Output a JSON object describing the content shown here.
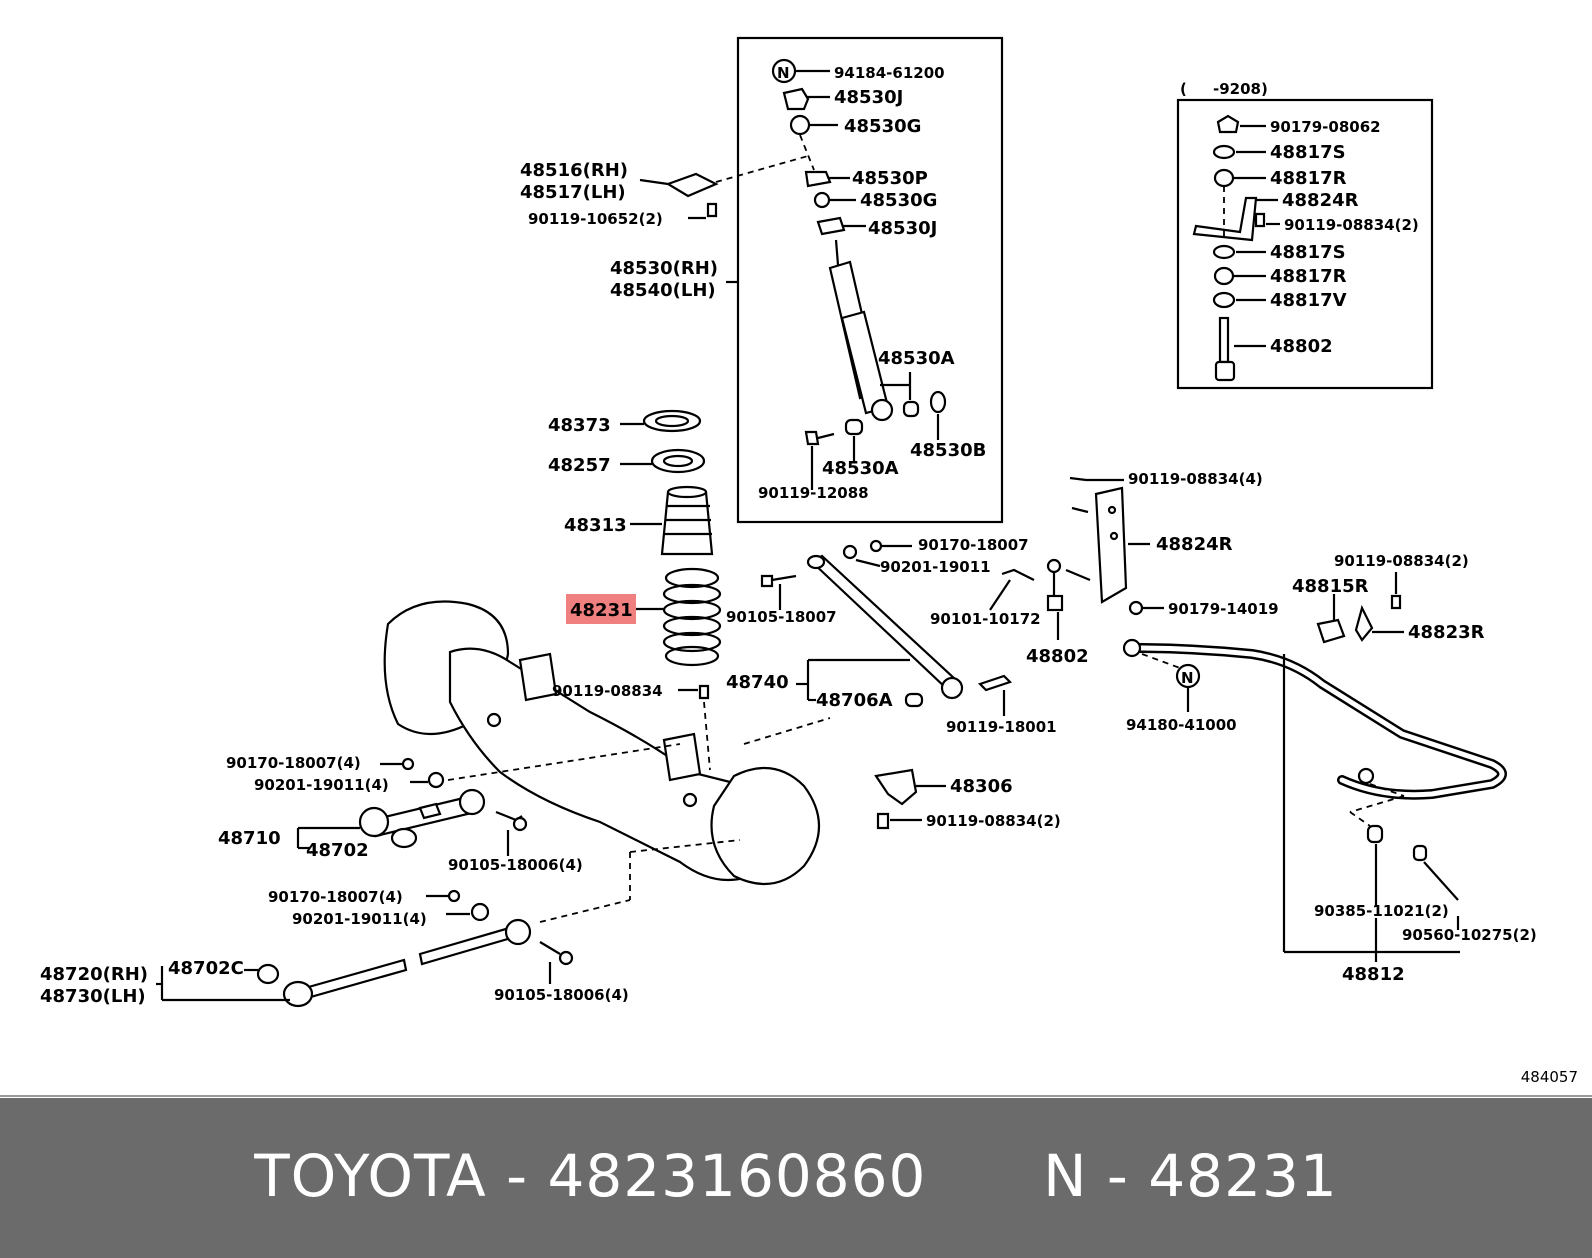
{
  "footer": {
    "brand": "TOYOTA",
    "separator": "-",
    "part_number": "4823160860",
    "gap": "     ",
    "ref_prefix": "N",
    "ref_number": "48231"
  },
  "catalog_code": "484057",
  "highlight_color": "#f08080",
  "labels": {
    "l94184": "94184-61200",
    "l48530J_a": "48530J",
    "l48530G_a": "48530G",
    "l48530P": "48530P",
    "l48530G_b": "48530G",
    "l48530J_b": "48530J",
    "l48516": "48516(RH)",
    "l48517": "48517(LH)",
    "l90119_10652": "90119-10652(2)",
    "l48530": "48530(RH)",
    "l48540": "48540(LH)",
    "l48530A_a": "48530A",
    "l48530A_b": "48530A",
    "l48530B": "48530B",
    "l90119_12088": "90119-12088",
    "l48373": "48373",
    "l48257": "48257",
    "l48313": "48313",
    "l48231": "48231",
    "l90119_08834_a": "90119-08834",
    "l90105_18007": "90105-18007",
    "l90170_18007_top": "90170-18007",
    "l90201_19011_top": "90201-19011",
    "l90101_10172": "90101-10172",
    "l48740": "48740",
    "l48706A": "48706A",
    "l90119_18001": "90119-18001",
    "l48802_b": "48802",
    "l90119_08834_4": "90119-08834(4)",
    "l48824R_b": "48824R",
    "l90179_14019": "90179-14019",
    "l48815R": "48815R",
    "l90119_08834_2b": "90119-08834(2)",
    "l48823R": "48823R",
    "l94180": "94180-41000",
    "l48306": "48306",
    "l90119_08834_2c": "90119-08834(2)",
    "l90385": "90385-11021(2)",
    "l90560": "90560-10275(2)",
    "l48812": "48812",
    "l90170_18007_4a": "90170-18007(4)",
    "l90201_19011_4a": "90201-19011(4)",
    "l48710": "48710",
    "l48702": "48702",
    "l90105_18006_4a": "90105-18006(4)",
    "l90170_18007_4b": "90170-18007(4)",
    "l90201_19011_4b": "90201-19011(4)",
    "l48720": "48720(RH)",
    "l48730": "48730(LH)",
    "l48702C": "48702C",
    "l90105_18006_4b": "90105-18006(4)",
    "inset_range": "(     -9208)",
    "l90179_08062": "90179-08062",
    "l48817S_a": "48817S",
    "l48817R_a": "48817R",
    "l48824R_a": "48824R",
    "l90119_08834_2a": "90119-08834(2)",
    "l48817S_b": "48817S",
    "l48817R_b": "48817R",
    "l48817V": "48817V",
    "l48802_a": "48802",
    "badge_n": "N"
  }
}
